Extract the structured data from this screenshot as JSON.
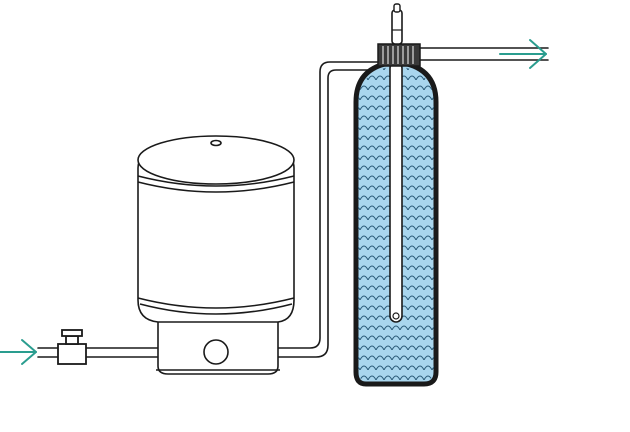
{
  "diagram": {
    "kind": "water-treatment-schematic",
    "components": [
      "inlet-arrow-icon",
      "valve-icon",
      "pressure-tank",
      "pipe",
      "filter-tank",
      "riser-tube",
      "tank-head-cap",
      "outlet-arrow-icon"
    ],
    "colors": {
      "line": "#1a1a1a",
      "arrow": "#2a9d8f",
      "media_fill": "#a9d6ee",
      "media_scale": "#2a5a78",
      "tank_fill": "#ffffff",
      "cap_fill": "#3a3a3a"
    }
  }
}
